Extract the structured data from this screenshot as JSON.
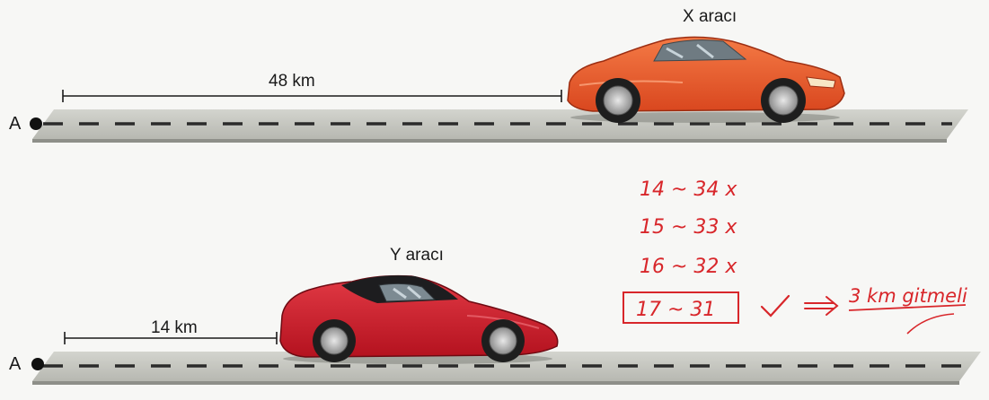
{
  "road1": {
    "start_label": "A",
    "distance_label": "48 km",
    "car_label": "X aracı"
  },
  "road2": {
    "start_label": "A",
    "distance_label": "14 km",
    "car_label": "Y aracı"
  },
  "handwriting": {
    "line1": "14 ~ 34  x",
    "line2": "15 ~ 33  x",
    "line3": "16  ~ 32  x",
    "boxed": "17  ~ 31",
    "result": "3 km gitmeli"
  },
  "colors": {
    "car_x": "#ec5a2c",
    "car_y": "#cc1f2e",
    "road": "#c9cac4",
    "handwriting": "#d8262a"
  }
}
